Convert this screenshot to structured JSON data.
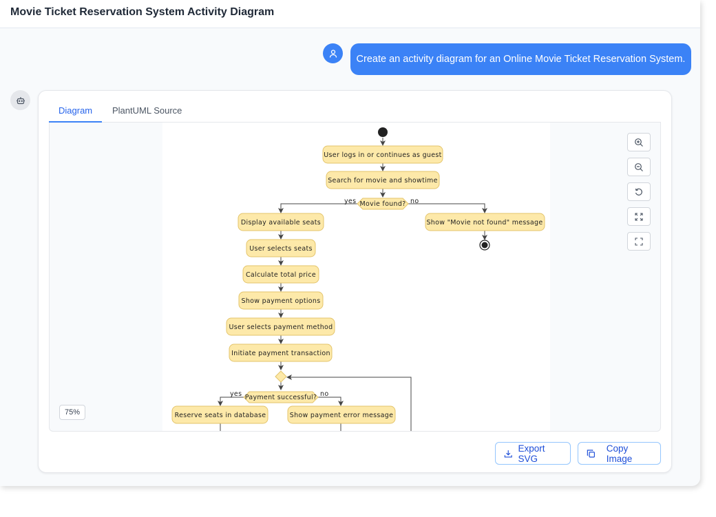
{
  "window": {
    "title": "Movie Ticket Reservation System Activity Diagram"
  },
  "chat": {
    "user_message": "Create an activity diagram for an Online Movie Ticket Reservation System."
  },
  "tabs": [
    {
      "label": "Diagram"
    },
    {
      "label": "PlantUML Source"
    }
  ],
  "viewer": {
    "zoom_level": "75%"
  },
  "diagram": {
    "nodes": {
      "login": "User logs in or continues as guest",
      "search": "Search for movie and showtime",
      "movie_found": "Movie found?",
      "display_seats": "Display available seats",
      "not_found": "Show \"Movie not found\" message",
      "select_seats": "User selects seats",
      "calc_price": "Calculate total price",
      "payment_options": "Show payment options",
      "select_method": "User selects payment method",
      "initiate": "Initiate payment transaction",
      "payment_ok": "Payment successful?",
      "reserve": "Reserve seats in database",
      "pay_error": "Show payment error message"
    },
    "labels": {
      "yes": "yes",
      "no": "no"
    }
  },
  "actions": {
    "export_svg": "Export SVG",
    "copy_image": "Copy Image"
  },
  "icons": {
    "user": "user-icon",
    "bot": "bot-icon",
    "zoom_in": "zoom-in-icon",
    "zoom_out": "zoom-out-icon",
    "reset": "reset-icon",
    "fit": "fit-icon",
    "fullscreen": "fullscreen-icon",
    "download": "download-icon",
    "copy": "copy-icon"
  }
}
